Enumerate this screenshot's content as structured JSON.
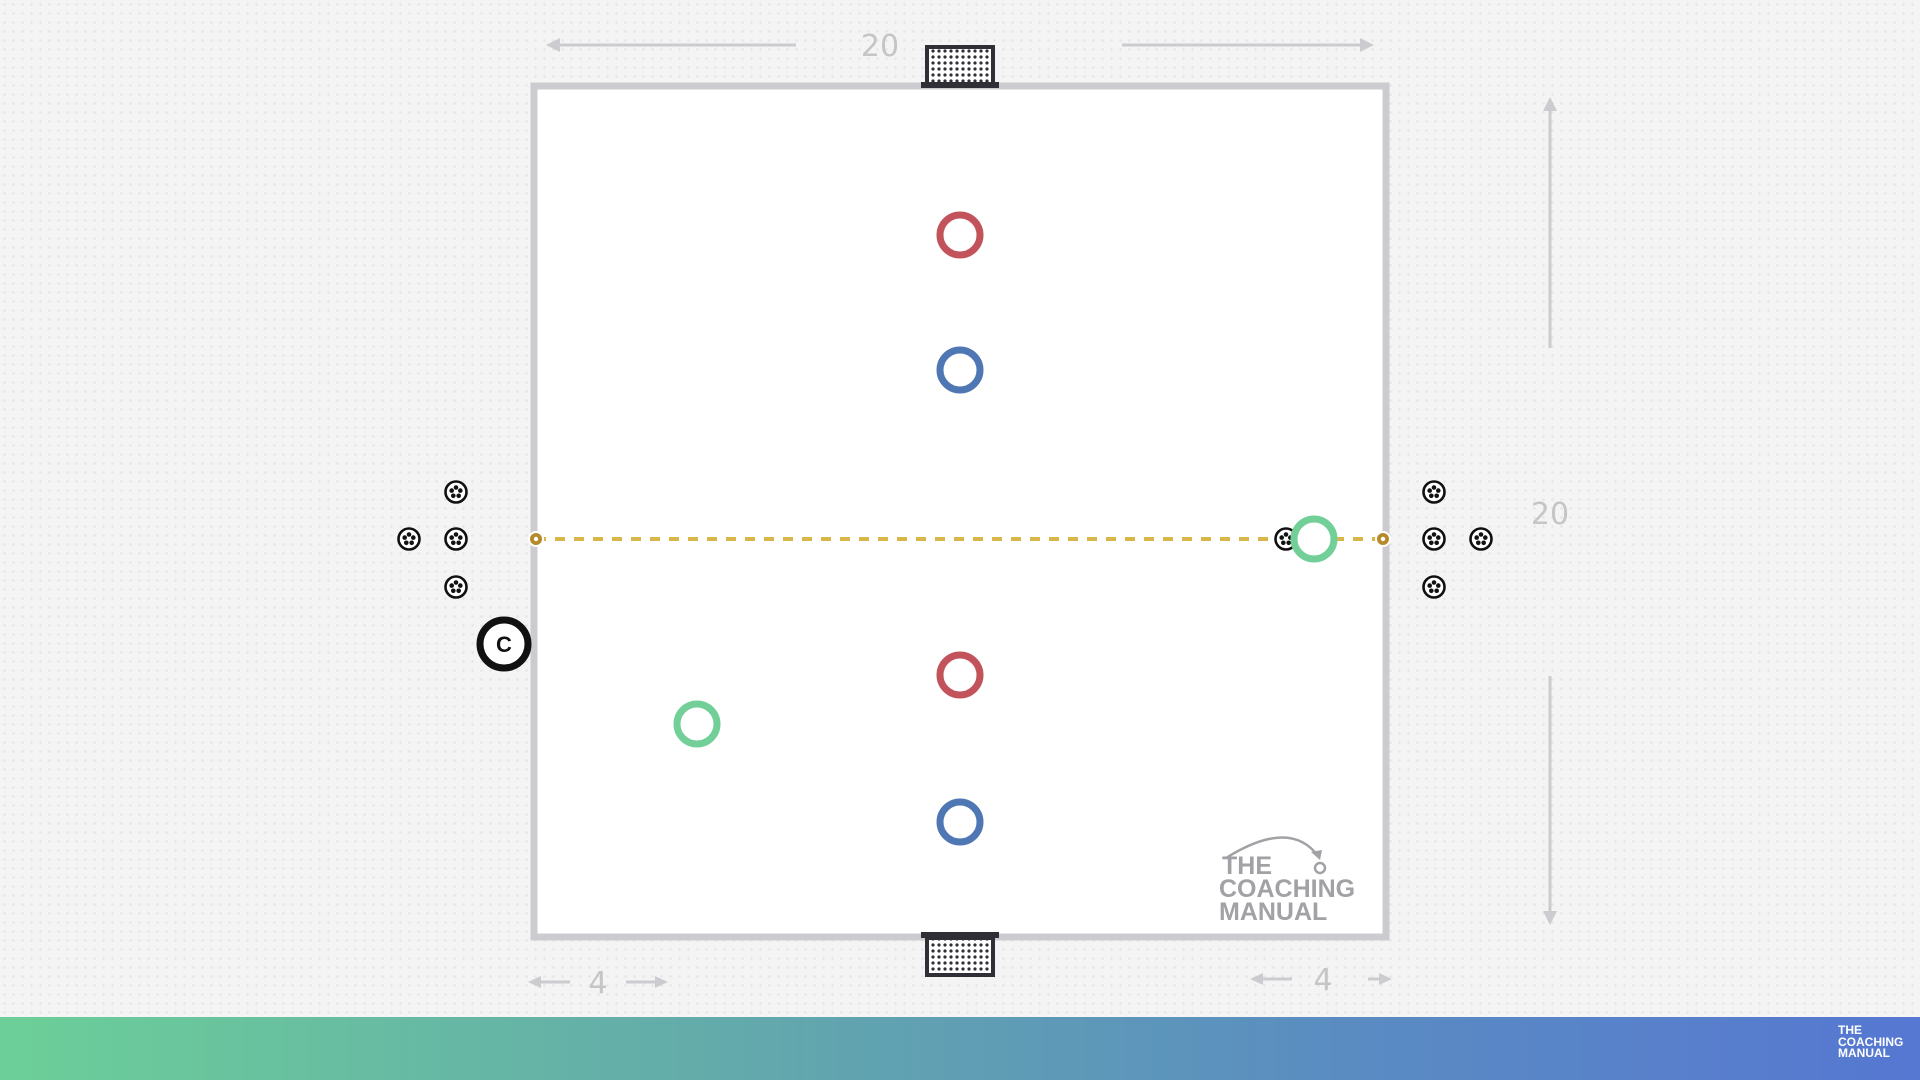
{
  "dimensions": {
    "top_width": "20",
    "side_length": "20",
    "left_zone_width": "4",
    "right_zone_width": "4"
  },
  "players": [
    {
      "team": "red",
      "color": "#c2535b"
    },
    {
      "team": "blue",
      "color": "#4f77b4"
    },
    {
      "team": "red",
      "color": "#c2535b"
    },
    {
      "team": "blue",
      "color": "#4f77b4"
    },
    {
      "team": "green",
      "color": "#72cf97"
    },
    {
      "team": "green",
      "color": "#72cf97"
    }
  ],
  "coach": {
    "label": "C"
  },
  "halfway_line_color": "#d9b64a",
  "cone_color": "#b68a2a",
  "pitch_outline_color": "#cccbd0",
  "goals": {
    "count": 2,
    "icon": "goal-net-icon"
  },
  "ball_icon": "soccer-ball-icon",
  "watermark": {
    "line1": "THE",
    "line2": "COACHING",
    "line3": "MANUAL"
  },
  "footer": {
    "gradient": [
      "#6ccf98",
      "#5677d2"
    ],
    "logo_line1": "THE",
    "logo_line2": "COACHING",
    "logo_line3": "MANUAL"
  }
}
